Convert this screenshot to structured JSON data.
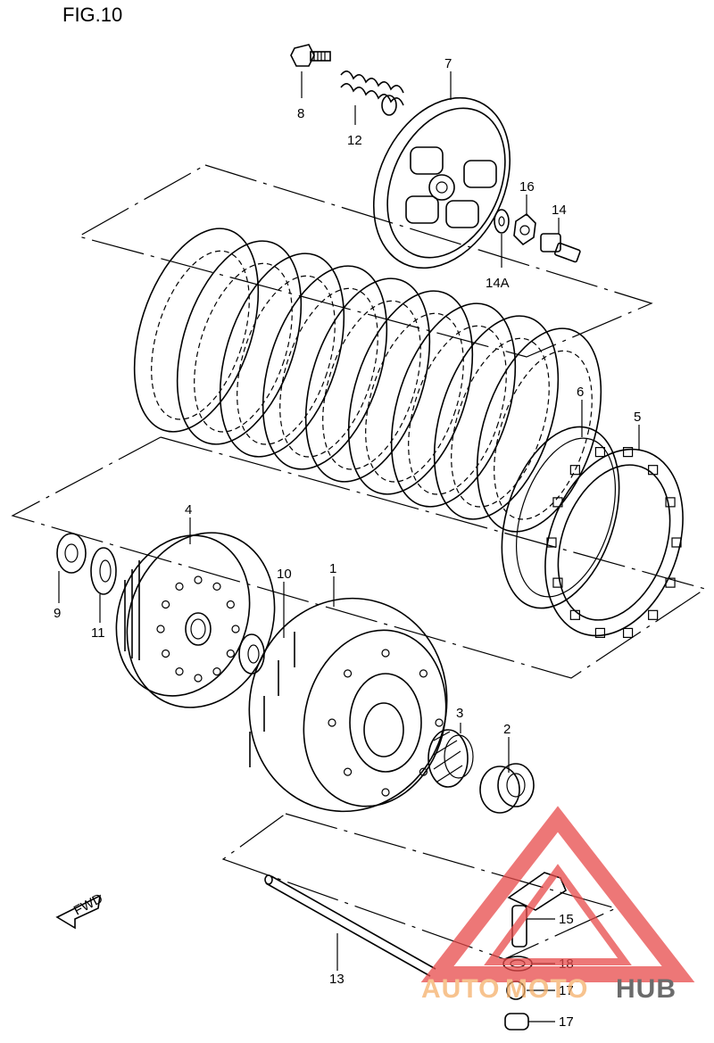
{
  "figure": {
    "title": "FIG.10"
  },
  "direction_arrow": {
    "label": "FWD",
    "icon": "fwd-arrow-icon"
  },
  "callouts": [
    {
      "id": "7",
      "text": "7"
    },
    {
      "id": "8",
      "text": "8"
    },
    {
      "id": "12",
      "text": "12"
    },
    {
      "id": "16",
      "text": "16"
    },
    {
      "id": "14",
      "text": "14"
    },
    {
      "id": "14A",
      "text": "14A"
    },
    {
      "id": "6",
      "text": "6"
    },
    {
      "id": "5",
      "text": "5"
    },
    {
      "id": "4",
      "text": "4"
    },
    {
      "id": "10",
      "text": "10"
    },
    {
      "id": "1",
      "text": "1"
    },
    {
      "id": "9",
      "text": "9"
    },
    {
      "id": "11",
      "text": "11"
    },
    {
      "id": "3",
      "text": "3"
    },
    {
      "id": "2",
      "text": "2"
    },
    {
      "id": "15",
      "text": "15"
    },
    {
      "id": "18",
      "text": "18"
    },
    {
      "id": "17a",
      "text": "17"
    },
    {
      "id": "17b",
      "text": "17"
    },
    {
      "id": "13",
      "text": "13"
    }
  ],
  "watermark": {
    "part1": "AUTO",
    "part2": "MOTO",
    "part3": "HUB",
    "accent": "#e84a4a",
    "accent_light": "#f5b06a",
    "dark": "#3a3a3a"
  }
}
